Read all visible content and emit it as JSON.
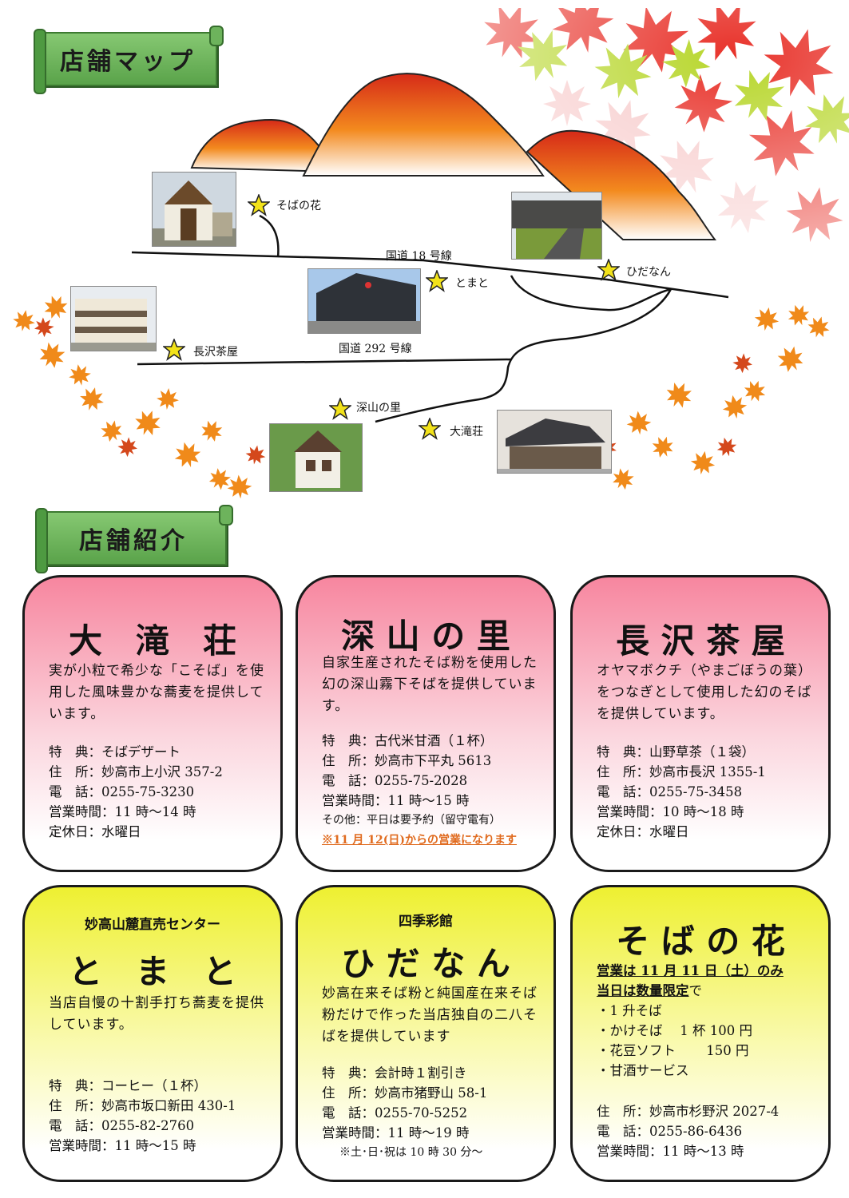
{
  "banners": {
    "map": "店舗マップ",
    "shops": "店舗紹介"
  },
  "map": {
    "route18": "国道 18 号線",
    "route292": "国道 292 号線",
    "stars": {
      "sobanohana": "そばの花",
      "tomato": "とまと",
      "hidanan": "ひだなん",
      "nagasawa": "長沢茶屋",
      "miyamanosato": "深山の里",
      "otakiso": "大滝荘"
    }
  },
  "cards": {
    "otakiso": {
      "title": "大　滝　荘",
      "desc": "実が小粒で希少な「こそば」を使用した風味豊かな蕎麦を提供しています。",
      "lines": [
        "特　典：そばデザート",
        "住　所：妙高市上小沢 357-2",
        "電　話：0255-75-3230",
        "営業時間：11 時～14 時",
        "定休日：水曜日"
      ]
    },
    "miyama": {
      "title": "深 山 の 里",
      "desc": "自家生産されたそば粉を使用した幻の深山霧下そばを提供しています。",
      "lines": [
        "特　典：古代米甘酒（１杯）",
        "住　所：妙高市下平丸 5613",
        "電　話：0255-75-2028",
        "営業時間：11 時～15 時"
      ],
      "other": "その他：平日は要予約（留守電有）",
      "note": "※11 月 12(日)からの営業になります"
    },
    "nagasawa": {
      "title": "長 沢 茶 屋",
      "desc": "オヤマボクチ（やまごぼうの葉）をつなぎとして使用した幻のそばを提供しています。",
      "lines": [
        "特　典：山野草茶（１袋）",
        "住　所：妙高市長沢 1355-1",
        "電　話：0255-75-3458",
        "営業時間：10 時～18 時",
        "定休日：水曜日"
      ]
    },
    "tomato": {
      "kicker": "妙高山麓直売センター",
      "title": "と　ま　と",
      "desc": "当店自慢の十割手打ち蕎麦を提供しています。",
      "lines": [
        "特　典：コーヒー（１杯）",
        "住　所：妙高市坂口新田 430-1",
        "電　話：0255-82-2760",
        "営業時間：11 時～15 時"
      ]
    },
    "hidanan": {
      "kicker": "四季彩館",
      "title": "ひ だ な ん",
      "desc": "妙高在来そば粉と純国産在来そば粉だけで作った当店独自の二八そばを提供しています",
      "lines": [
        "特　典：会計時１割引き",
        "住　所：妙高市猪野山 58-1",
        "電　話：0255-70-5252",
        "営業時間：11 時～19 時"
      ],
      "sub": "※土･日･祝は 10 時 30 分～"
    },
    "sobanohana": {
      "title": "そ ば の 花",
      "notice1": "営業は 11 月 11 日（土）のみ",
      "notice2a": "当日は数量限定",
      "notice2b": "で",
      "items": [
        "・1 升そば",
        "・かけそば　 1 杯 100 円",
        "・花豆ソフト　　 150 円",
        "・甘酒サービス"
      ],
      "lines": [
        "住　所：妙高市杉野沢 2027-4",
        "電　話：0255-86-6436",
        "営業時間：11 時～13 時"
      ]
    }
  }
}
